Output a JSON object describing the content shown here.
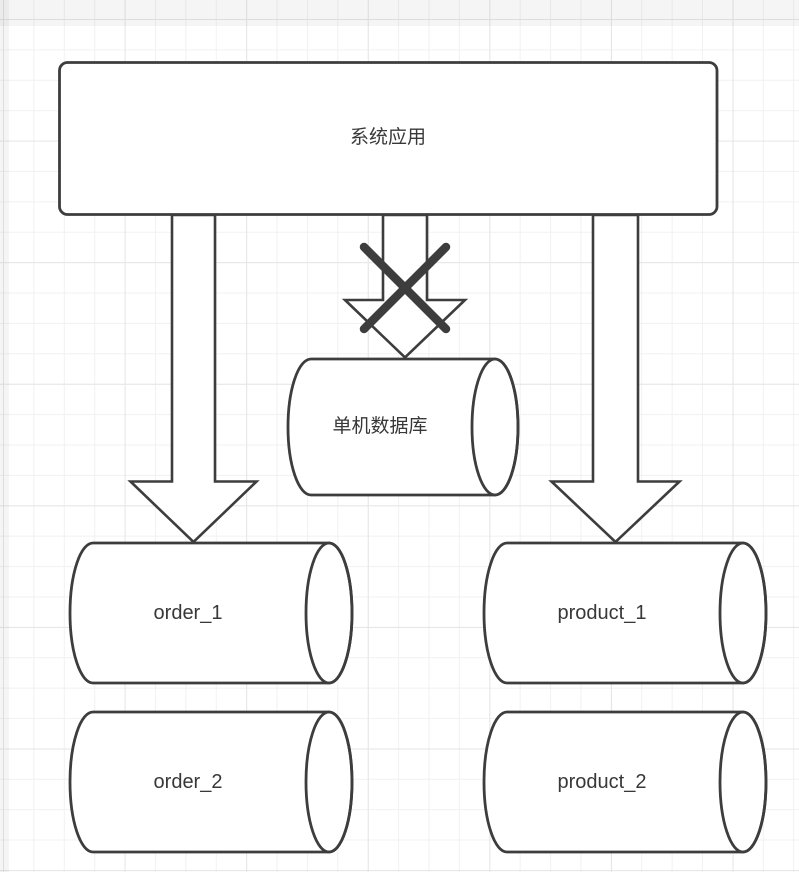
{
  "colors": {
    "stroke": "#3d3d3d",
    "shape_fill": "#ffffff",
    "text": "#383838",
    "canvas_bg": "#ffffff",
    "grid_minor": "#f1f1f1",
    "grid_major": "#e6e6e6"
  },
  "diagram": {
    "app": {
      "label": "系统应用"
    },
    "standalone_db": {
      "label": "单机数据库",
      "crossed_out": true
    },
    "order_dbs": [
      {
        "label": "order_1"
      },
      {
        "label": "order_2"
      }
    ],
    "product_dbs": [
      {
        "label": "product_1"
      },
      {
        "label": "product_2"
      }
    ]
  }
}
